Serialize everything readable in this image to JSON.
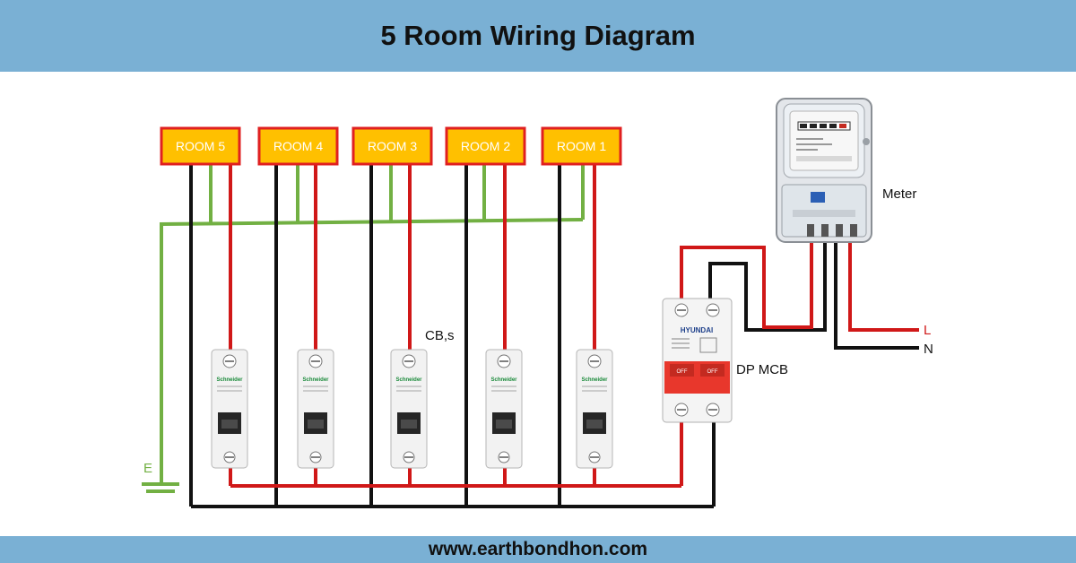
{
  "header": {
    "title": "5 Room Wiring Diagram"
  },
  "footer": {
    "url": "www.earthbondhon.com"
  },
  "rooms": [
    "ROOM 5",
    "ROOM 4",
    "ROOM 3",
    "ROOM 2",
    "ROOM 1"
  ],
  "labels": {
    "breakers": "CB,s",
    "dp_mcb": "DP MCB",
    "meter": "Meter",
    "line": "L",
    "neutral": "N",
    "earth": "E"
  },
  "breaker_brand": "Schneider",
  "mcb_brand": "HYUNDAI",
  "mcb_switch_label": "OFF",
  "colors": {
    "header_bg": "#7ab0d4",
    "room_fill": "#ffc000",
    "room_border": "#e02020",
    "live_wire": "#d01818",
    "neutral_wire": "#111111",
    "earth_wire": "#72b043",
    "mcb_toggle": "#e8372c"
  }
}
